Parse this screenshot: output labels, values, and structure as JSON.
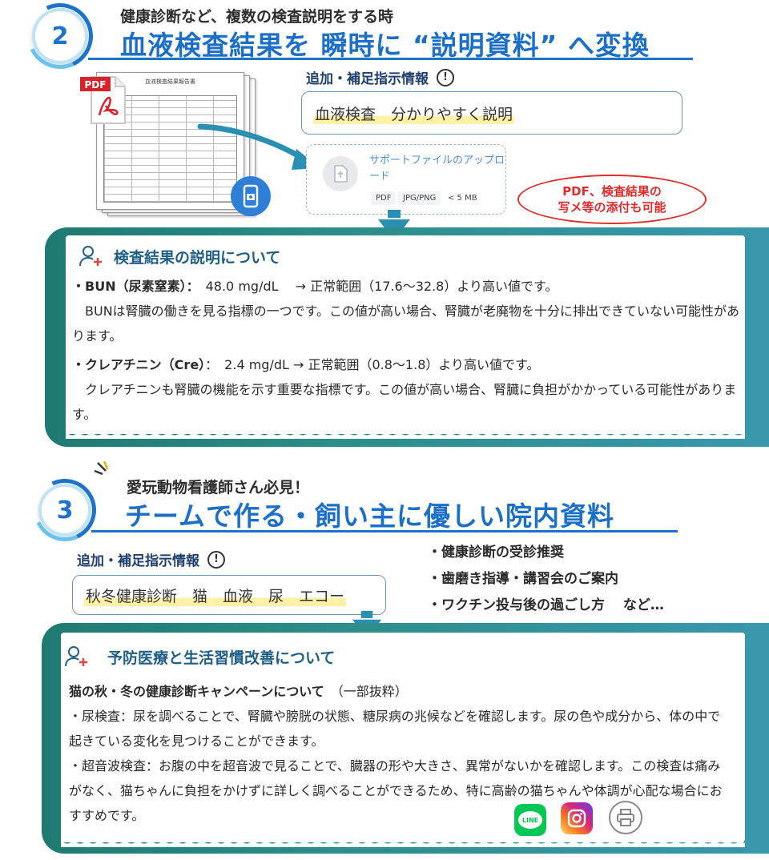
{
  "step2": {
    "number": "2",
    "subtitle": "健康診断など、複数の検査説明をする時",
    "title": "血液検査結果を 瞬時に “説明資料” へ変換",
    "doc_title": "血液検査結果報告書",
    "pdf_label": "PDF",
    "label": "追加・補足指示情報",
    "info_icon": "!",
    "input_value": "血液検査　分かりやすく説明",
    "upload_text": "サポートファイルのアップロード",
    "chips": [
      "PDF",
      "JPG/PNG",
      "< 5 MB"
    ],
    "callout_line1": "PDF、検査結果の",
    "callout_line2": "写メ等の添付も可能",
    "panel_heading": "検査結果の説明について",
    "items": [
      {
        "name": "・BUN（尿素窒素）：",
        "value": "48.0 mg/dL　 → 正常範囲（17.6～32.8）より高い値です。",
        "desc": "　BUNは腎臓の働きを見る指標の一つです。この値が高い場合、腎臓が老廃物を十分に排出できていない可能性があります。"
      },
      {
        "name": "・クレアチニン（Cre）",
        "value": "：　2.4 mg/dL → 正常範囲（0.8～1.8）より高い値です。",
        "desc": "　クレアチニンも腎臓の機能を示す重要な指標です。この値が高い場合、腎臓に負担がかかっている可能性があります。"
      }
    ]
  },
  "step3": {
    "number": "3",
    "subtitle": "愛玩動物看護師さん必見！",
    "title": "チームで作る・飼い主に優しい院内資料",
    "label": "追加・補足指示情報",
    "info_icon": "!",
    "input_value": "秋冬健康診断　猫　血液　尿　エコー",
    "bullets": [
      "・健康診断の受診推奨",
      "・歯磨き指導・講習会のご案内",
      "・ワクチン投与後の過ごし方　 など…"
    ],
    "panel_heading": "予防医療と生活習慣改善について",
    "campaign_title": "猫の秋・冬の健康診断キャンペーンについて",
    "campaign_note": "（一部抜粋）",
    "para1": " ・尿検査：尿を調べることで、腎臓や膀胱の状態、糖尿病の兆候などを確認します。尿の色や成分から、体の中で起きている変化を見つけることができます。",
    "para2": "・超音波検査：お腹の中を超音波で見ることで、臓器の形や大きさ、異常がないかを確認します。この検査は痛みがなく、猫ちゃんに負担をかけずに詳しく調べることができるため、特に高齢の猫ちゃんや体調が心配な場合におすすめです。",
    "sns": [
      {
        "icon": "line-icon",
        "label": "LINE",
        "color": "#06c755"
      },
      {
        "icon": "instagram-icon",
        "color": "#d62976"
      },
      {
        "icon": "print-icon",
        "color": "#7a7a7a"
      }
    ]
  },
  "colors": {
    "brand_blue": "#1c6fc6",
    "teal": "#1f7a72",
    "callout_red": "#e02c2c"
  }
}
